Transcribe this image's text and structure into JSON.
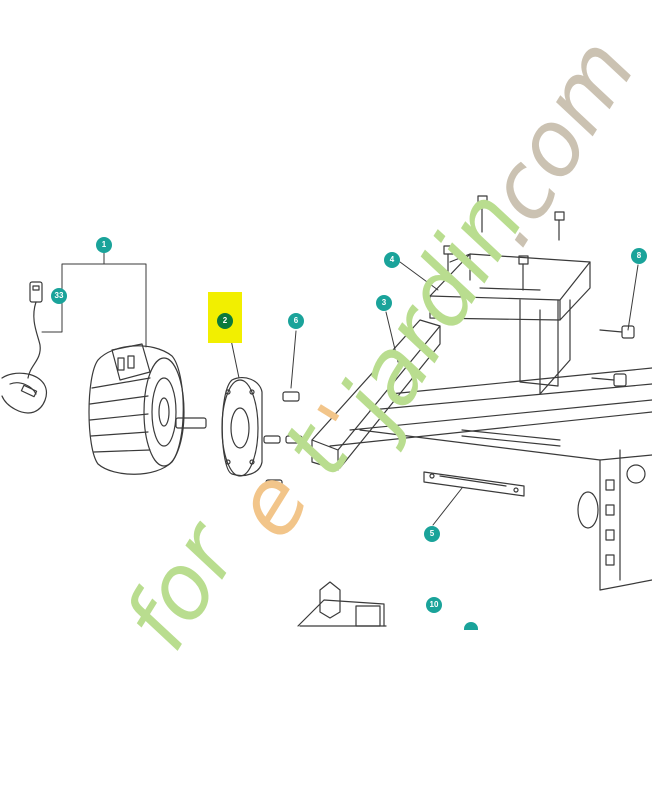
{
  "colors": {
    "callout": "#1aa39a",
    "callout_highlighted": "#0a7a3c",
    "highlight": "#f2ef00",
    "line": "#3a3a3a",
    "watermark_green": "#b9dd8f",
    "watermark_orange": "#f2c58a",
    "watermark_grey": "#cbc2b2"
  },
  "callouts": {
    "c1": "1",
    "c2": "2",
    "c3": "3",
    "c4": "4",
    "c5": "5",
    "c6": "6",
    "c8": "8",
    "c10": "10",
    "c33": "33"
  },
  "highlighted_callout": "2",
  "watermark": {
    "p1": "for",
    "p2": "e",
    "p3": "t",
    "p4": "'",
    "p5": "jardin",
    "p6": ".com"
  },
  "icons": [
    "connector-icon",
    "motor-icon",
    "flange-icon",
    "bolt-icon",
    "frame-icon",
    "bracket-icon"
  ]
}
